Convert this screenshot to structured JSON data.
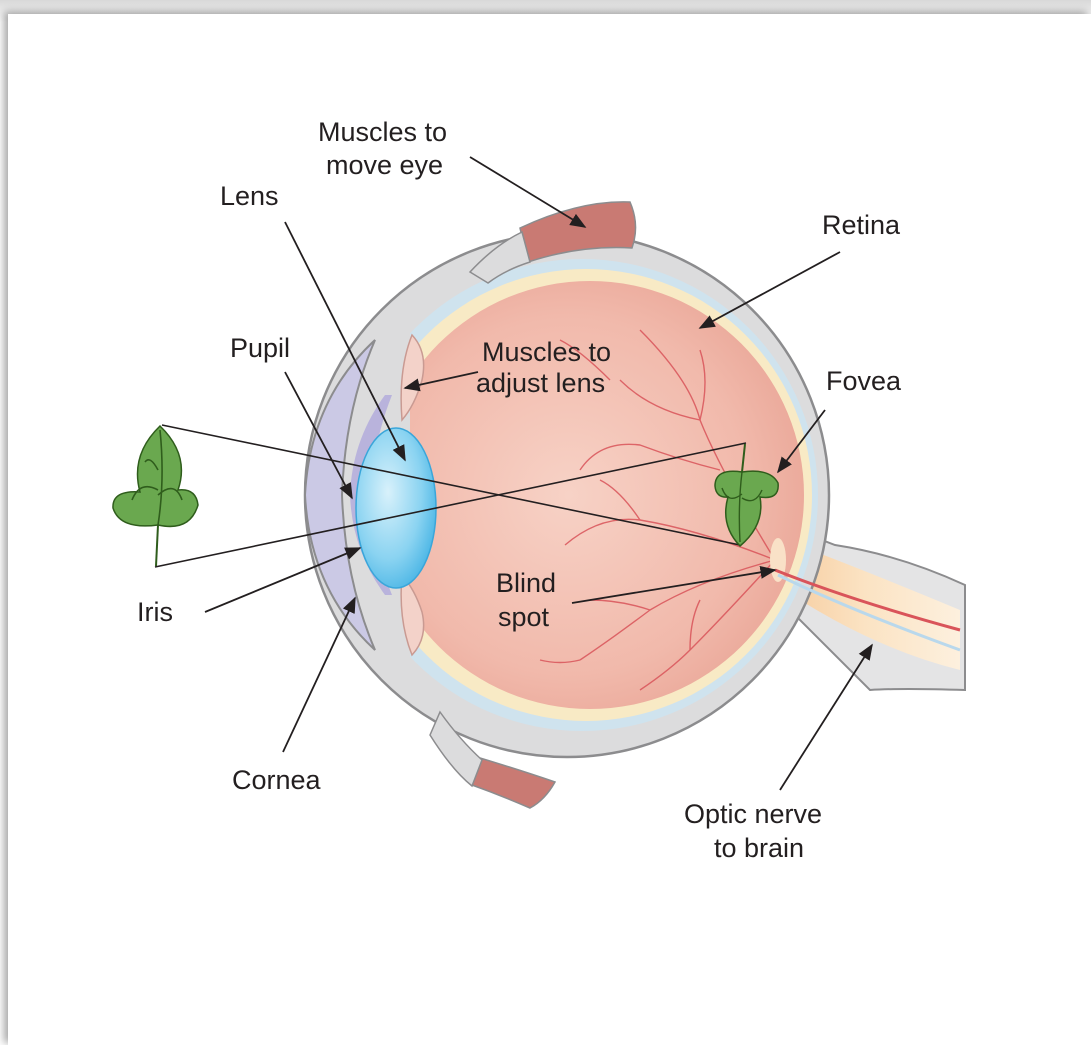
{
  "labels": {
    "muscles_move_line1": "Muscles to",
    "muscles_move_line2": "move eye",
    "lens": "Lens",
    "retina": "Retina",
    "pupil": "Pupil",
    "muscles_adjust_line1": "Muscles to",
    "muscles_adjust_line2": "adjust lens",
    "fovea": "Fovea",
    "blind_spot_line1": "Blind",
    "blind_spot_line2": "spot",
    "iris": "Iris",
    "cornea": "Cornea",
    "optic_line1": "Optic nerve",
    "optic_line2": "to brain"
  },
  "colors": {
    "sclera": "#dcdcdd",
    "sclera_outline": "#8c8c8e",
    "eye_interior": "#f0b7a9",
    "eye_interior_center": "#f6cfc3",
    "retina_band": "#f8eac5",
    "choroid_band": "#cfe3ee",
    "lens": "#7ccdf0",
    "cornea": "#c9c7e4",
    "muscle": "#c97a73",
    "vessel": "#d9545a",
    "leaf": "#6aa84f",
    "arrow": "#231f20"
  },
  "icons": [
    "leaf-object-icon",
    "inverted-leaf-image-icon"
  ]
}
